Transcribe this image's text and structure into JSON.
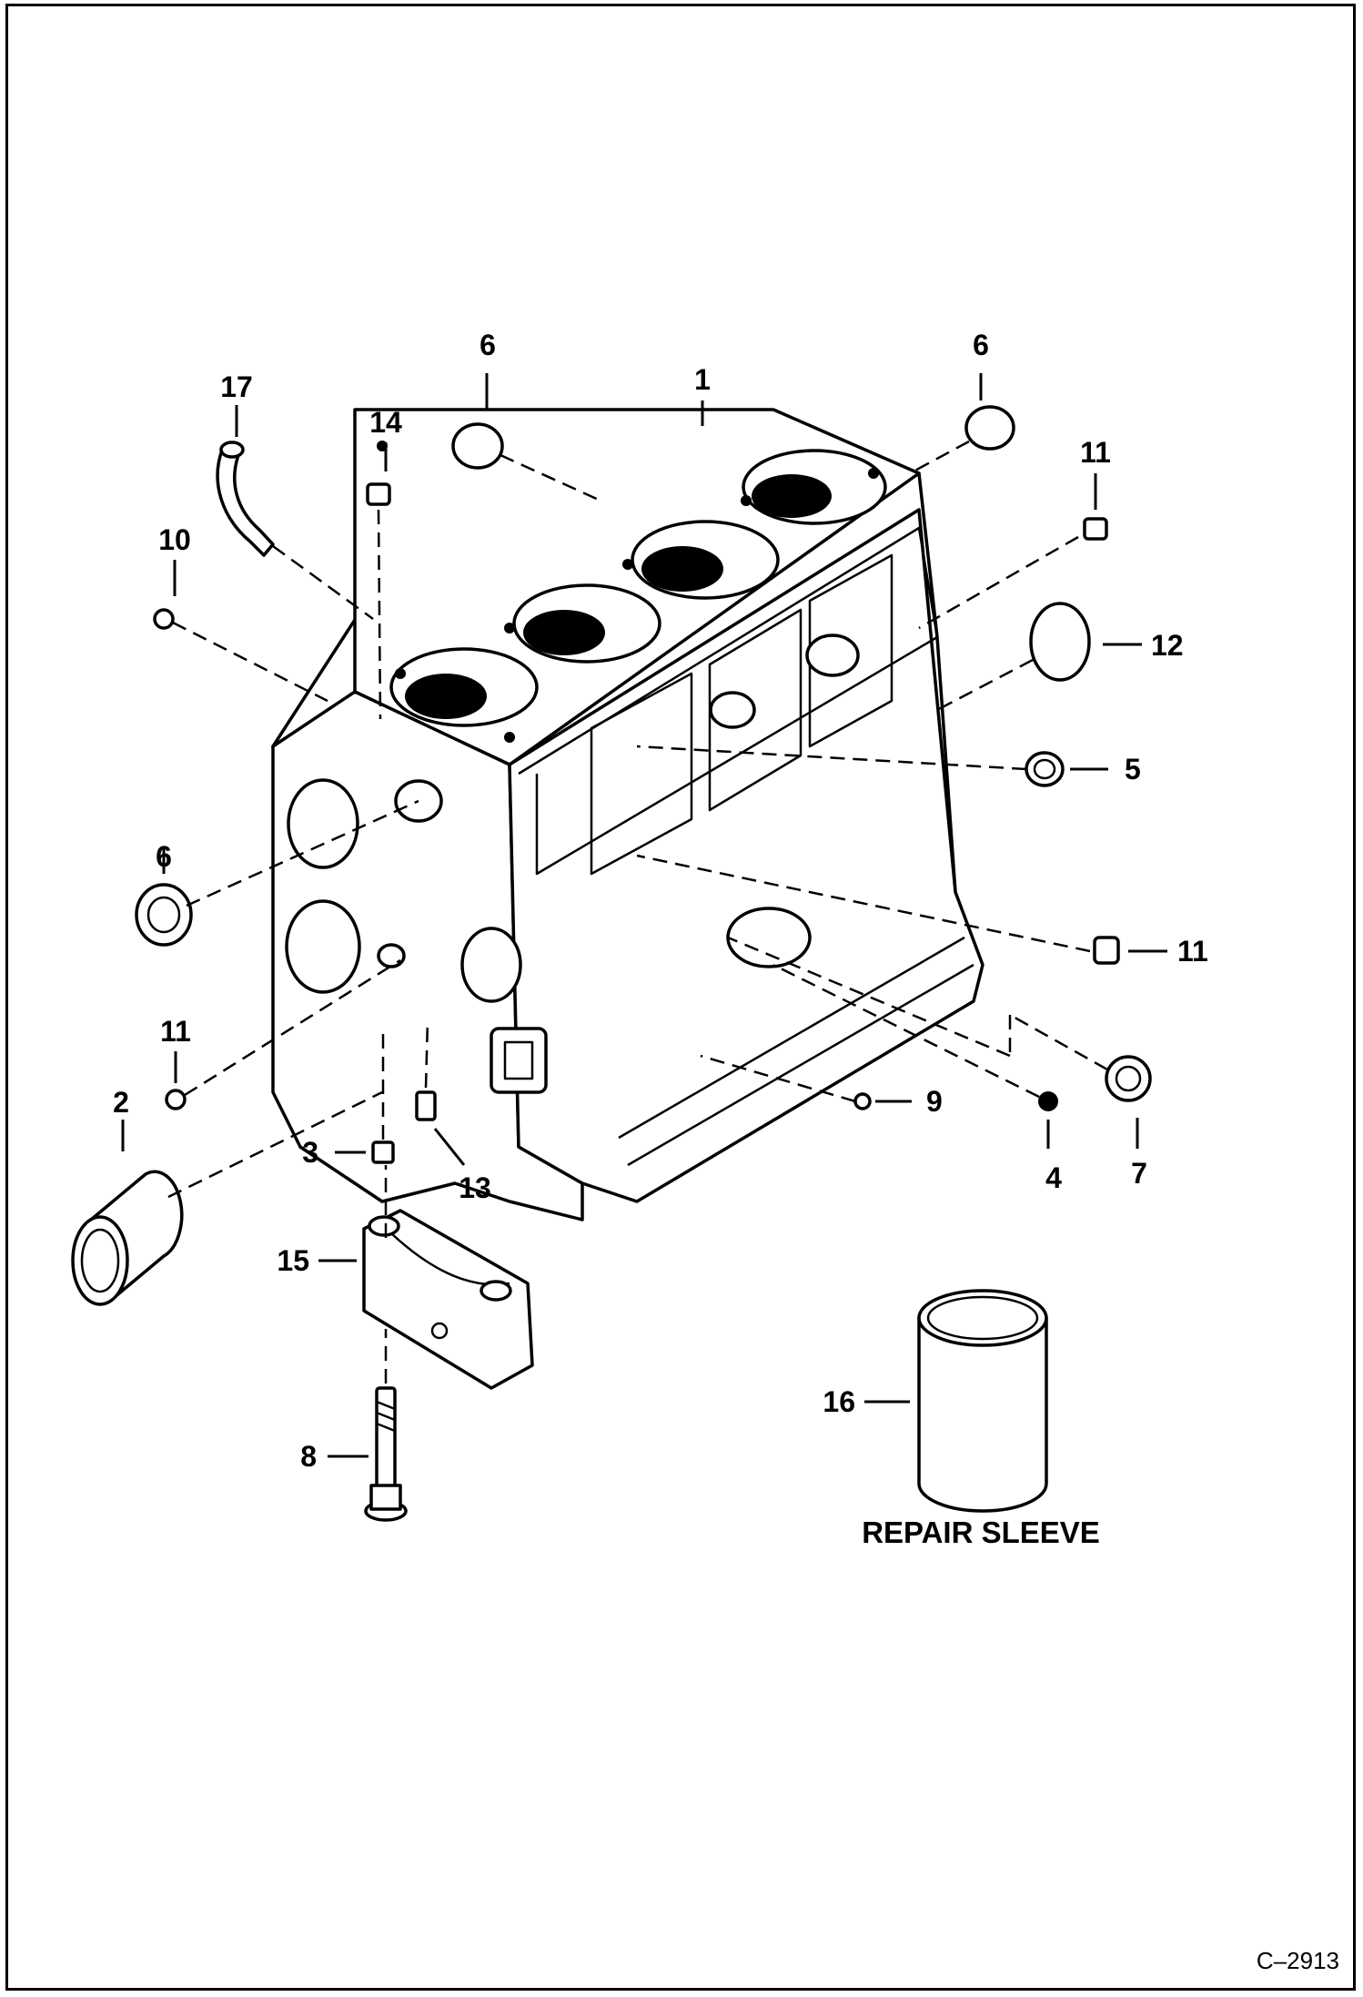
{
  "figure_code": "C–2913",
  "caption": "REPAIR SLEEVE",
  "callouts": {
    "c1": "1",
    "c2": "2",
    "c3": "3",
    "c4": "4",
    "c5": "5",
    "c6a": "6",
    "c6b": "6",
    "c6c": "6",
    "c7": "7",
    "c8": "8",
    "c9": "9",
    "c10": "10",
    "c11a": "11",
    "c11b": "11",
    "c11c": "11",
    "c12": "12",
    "c13": "13",
    "c14": "14",
    "c15": "15",
    "c16": "16",
    "c17": "17"
  }
}
